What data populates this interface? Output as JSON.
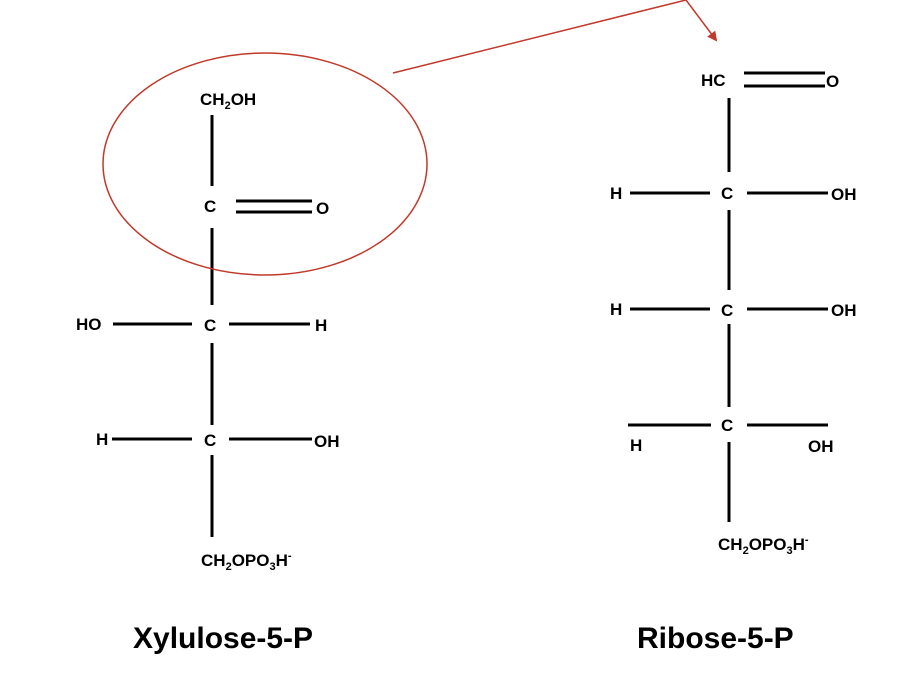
{
  "colors": {
    "bond": "#000000",
    "highlight": "#c0392b",
    "background": "#ffffff"
  },
  "xylulose": {
    "name": "Xylulose-5-P",
    "top_group": {
      "p1": "CH",
      "p1_sub": "2",
      "p2": "OH"
    },
    "c2": "C",
    "c2_o": "O",
    "c3": "C",
    "c3_left": "HO",
    "c3_right": "H",
    "c4": "C",
    "c4_left": "H",
    "c4_right": "OH",
    "bottom_group": {
      "p1": "CH",
      "p1_sub": "2",
      "p2": "OPO",
      "p2_sub": "3",
      "p3": "H",
      "p3_sup": "-"
    }
  },
  "ribose": {
    "name": "Ribose-5-P",
    "c1": "HC",
    "c1_o": "O",
    "c2": "C",
    "c2_left": "H",
    "c2_right": "OH",
    "c3": "C",
    "c3_left": "H",
    "c3_right": "OH",
    "c4": "C",
    "c4_left": "H",
    "c4_right": "OH",
    "bottom_group": {
      "p1": "CH",
      "p1_sub": "2",
      "p2": "OPO",
      "p2_sub": "3",
      "p3": "H",
      "p3_sup": "-"
    }
  }
}
